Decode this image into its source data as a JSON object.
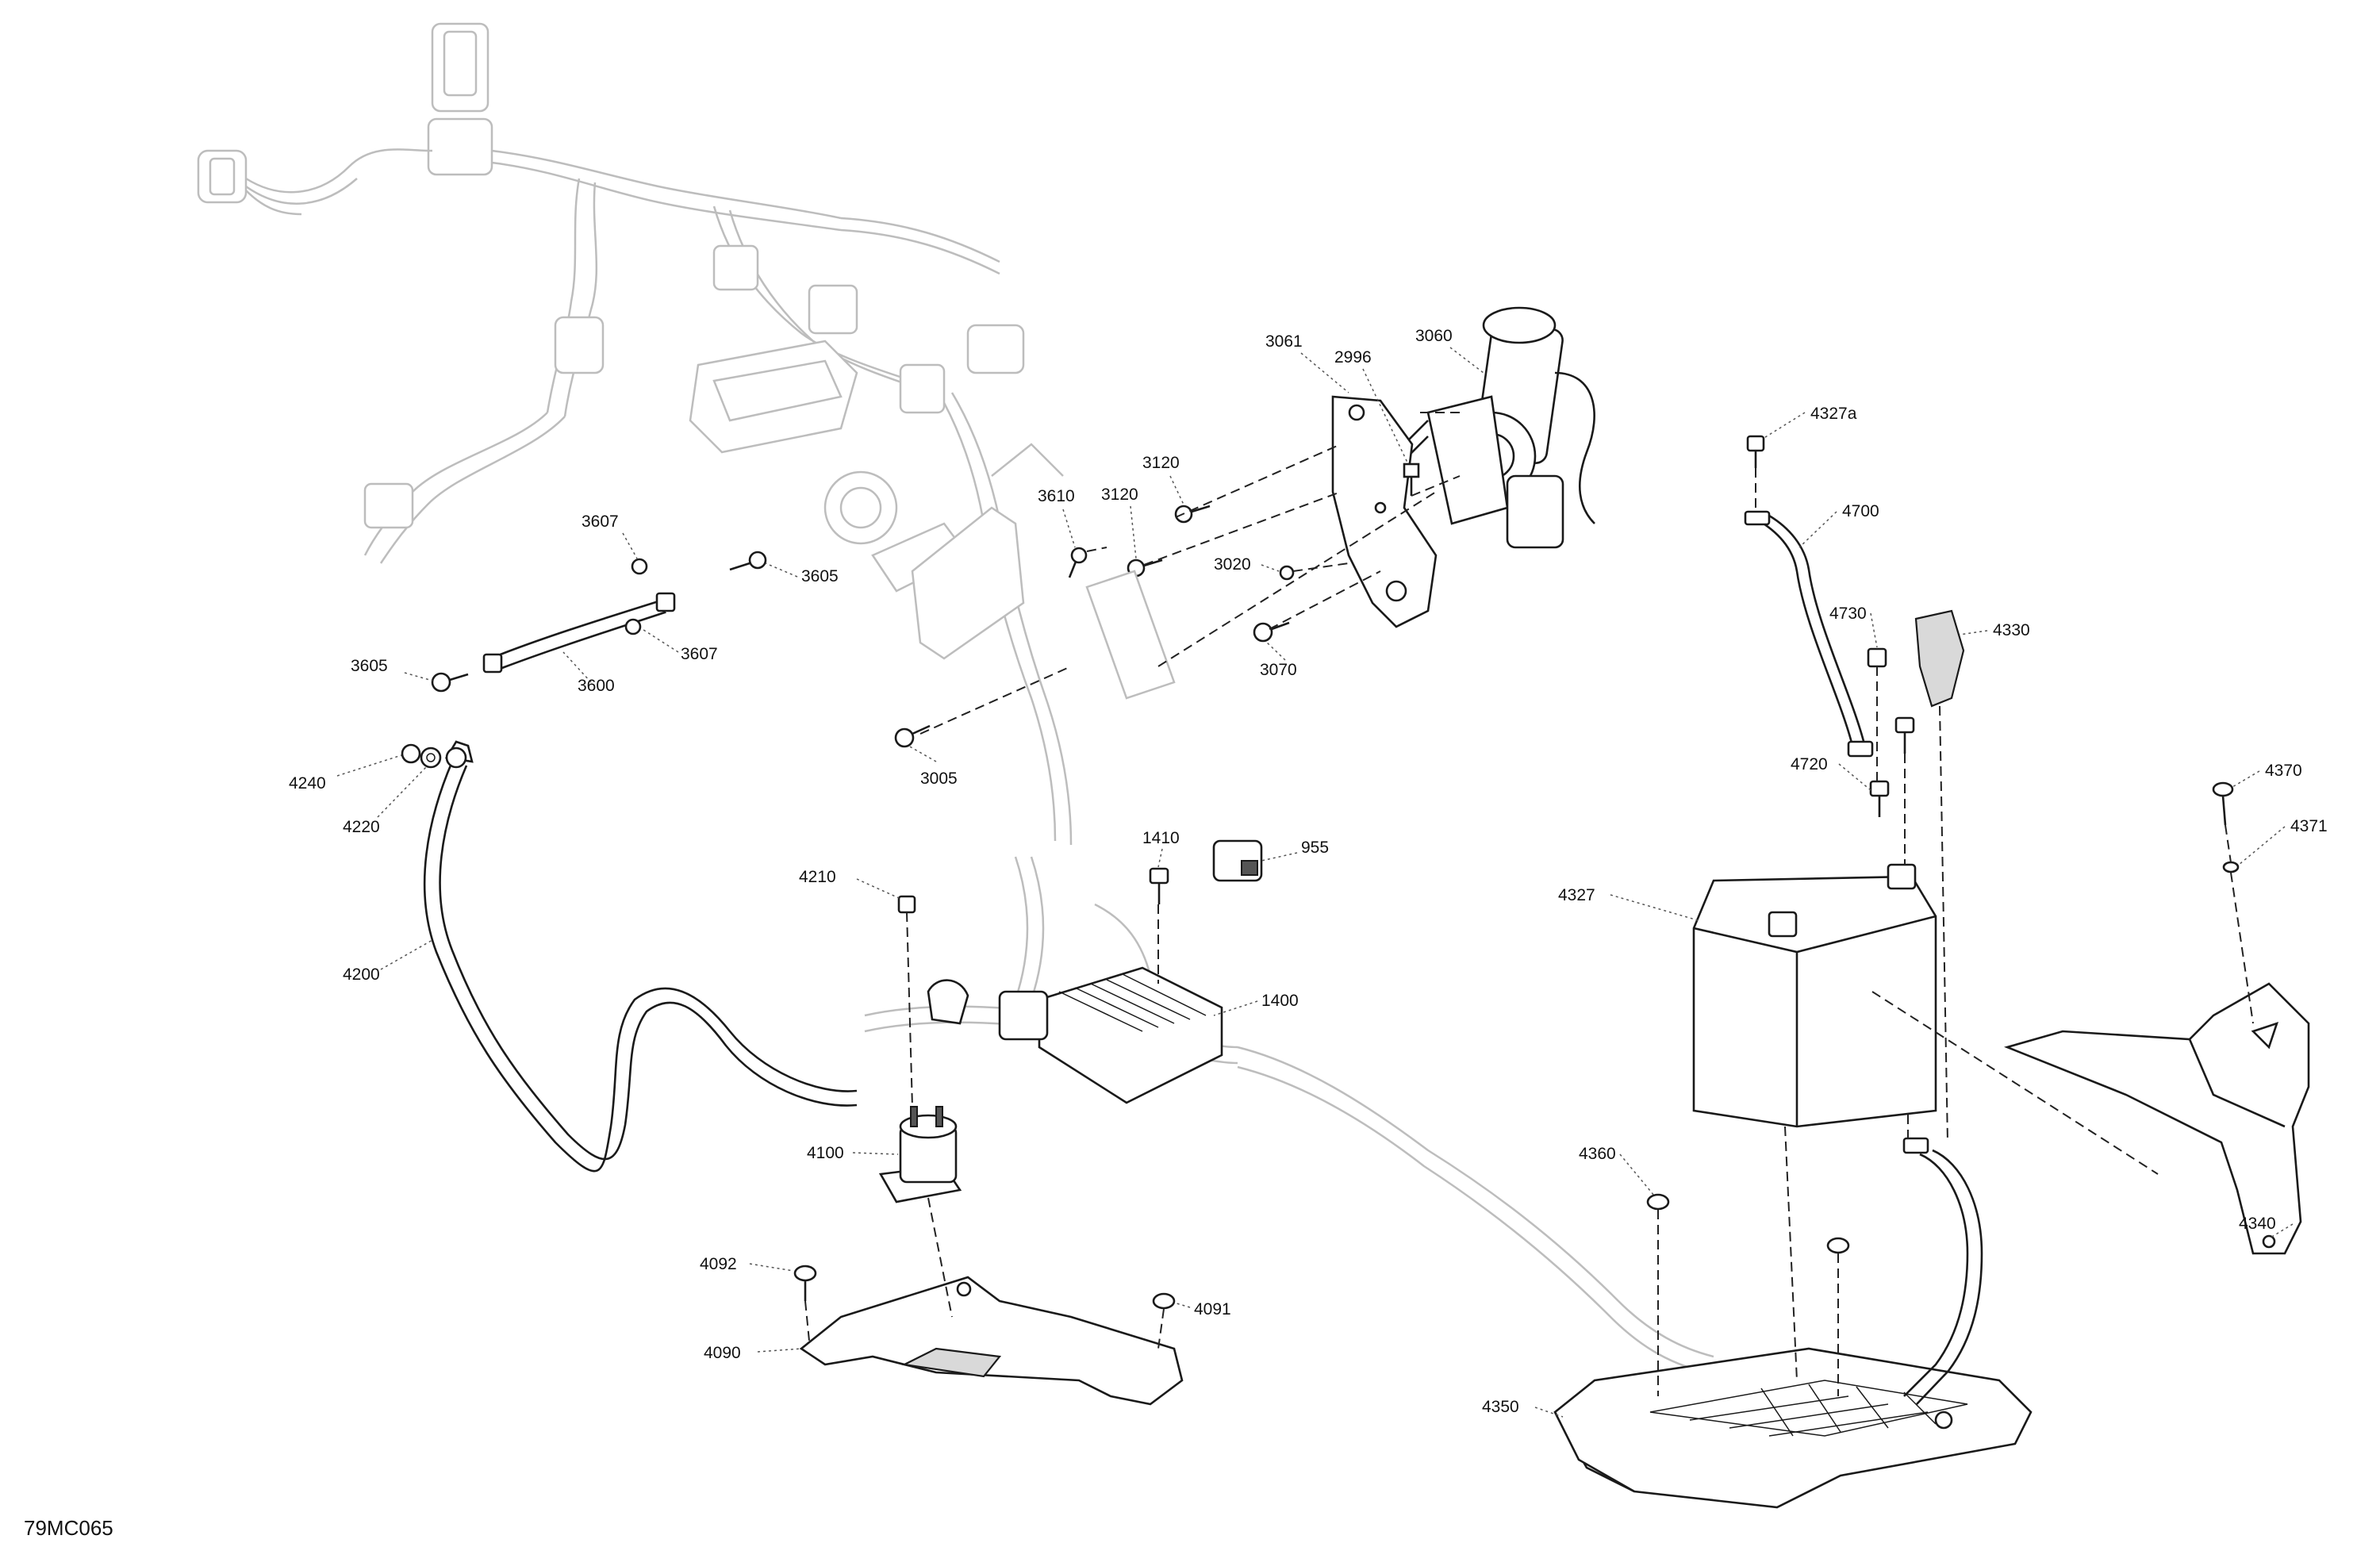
{
  "figure_id": "79MC065",
  "callouts": [
    {
      "id": "c3061",
      "label": "3061"
    },
    {
      "id": "c2996",
      "label": "2996"
    },
    {
      "id": "c3060",
      "label": "3060"
    },
    {
      "id": "c3120a",
      "label": "3120"
    },
    {
      "id": "c3120b",
      "label": "3120"
    },
    {
      "id": "c3610",
      "label": "3610"
    },
    {
      "id": "c3020",
      "label": "3020"
    },
    {
      "id": "c3070",
      "label": "3070"
    },
    {
      "id": "c3607a",
      "label": "3607"
    },
    {
      "id": "c3605a",
      "label": "3605"
    },
    {
      "id": "c3607b",
      "label": "3607"
    },
    {
      "id": "c3605b",
      "label": "3605"
    },
    {
      "id": "c3600",
      "label": "3600"
    },
    {
      "id": "c3005",
      "label": "3005"
    },
    {
      "id": "c4240",
      "label": "4240"
    },
    {
      "id": "c4220",
      "label": "4220"
    },
    {
      "id": "c4200",
      "label": "4200"
    },
    {
      "id": "c4210",
      "label": "4210"
    },
    {
      "id": "c1410",
      "label": "1410"
    },
    {
      "id": "c955",
      "label": "955"
    },
    {
      "id": "c1400",
      "label": "1400"
    },
    {
      "id": "c4100",
      "label": "4100"
    },
    {
      "id": "c4092",
      "label": "4092"
    },
    {
      "id": "c4091",
      "label": "4091"
    },
    {
      "id": "c4090",
      "label": "4090"
    },
    {
      "id": "c4327a",
      "label": "4327a"
    },
    {
      "id": "c4700",
      "label": "4700"
    },
    {
      "id": "c4730",
      "label": "4730"
    },
    {
      "id": "c4330",
      "label": "4330"
    },
    {
      "id": "c4720",
      "label": "4720"
    },
    {
      "id": "c4327",
      "label": "4327"
    },
    {
      "id": "c4370",
      "label": "4370"
    },
    {
      "id": "c4371",
      "label": "4371"
    },
    {
      "id": "c4360",
      "label": "4360"
    },
    {
      "id": "c4340",
      "label": "4340"
    },
    {
      "id": "c4350",
      "label": "4350"
    }
  ]
}
